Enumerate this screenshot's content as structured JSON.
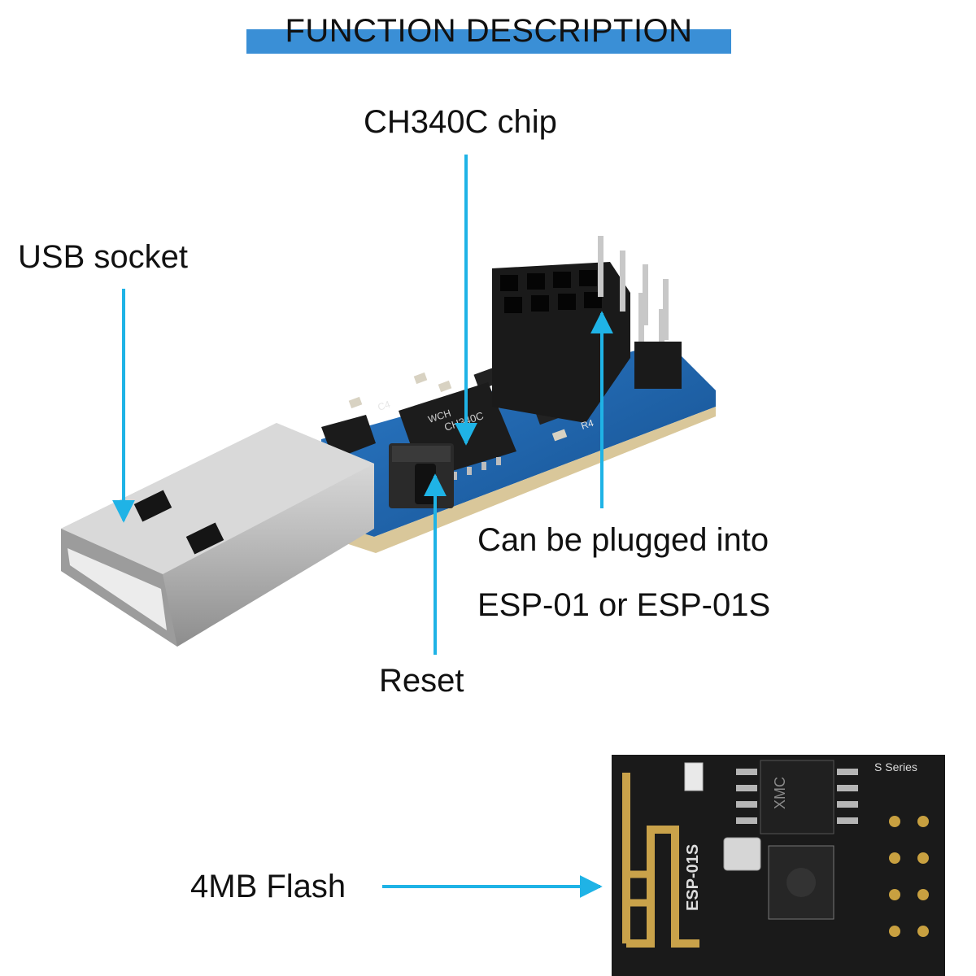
{
  "title": "FUNCTION DESCRIPTION",
  "labels": {
    "chip": "CH340C chip",
    "usb": "USB socket",
    "plug_line1": "Can be plugged into",
    "plug_line2": "ESP-01 or ESP-01S",
    "reset": "Reset",
    "flash": "4MB Flash"
  },
  "board_silkscreen": {
    "chip_text": "CH340C",
    "chip_brand": "WCH",
    "module_text": "ESP-01S",
    "series_text": "S Series",
    "flash_chip_text": "XMC",
    "cap_label": "C4",
    "resistor_label": "R4"
  },
  "colors": {
    "arrow": "#1fb3e6",
    "title_bar": "#3a8fd6",
    "pcb_blue": "#1f5fa8",
    "module_black": "#1a1a1a",
    "antenna_gold": "#c9a24a"
  }
}
